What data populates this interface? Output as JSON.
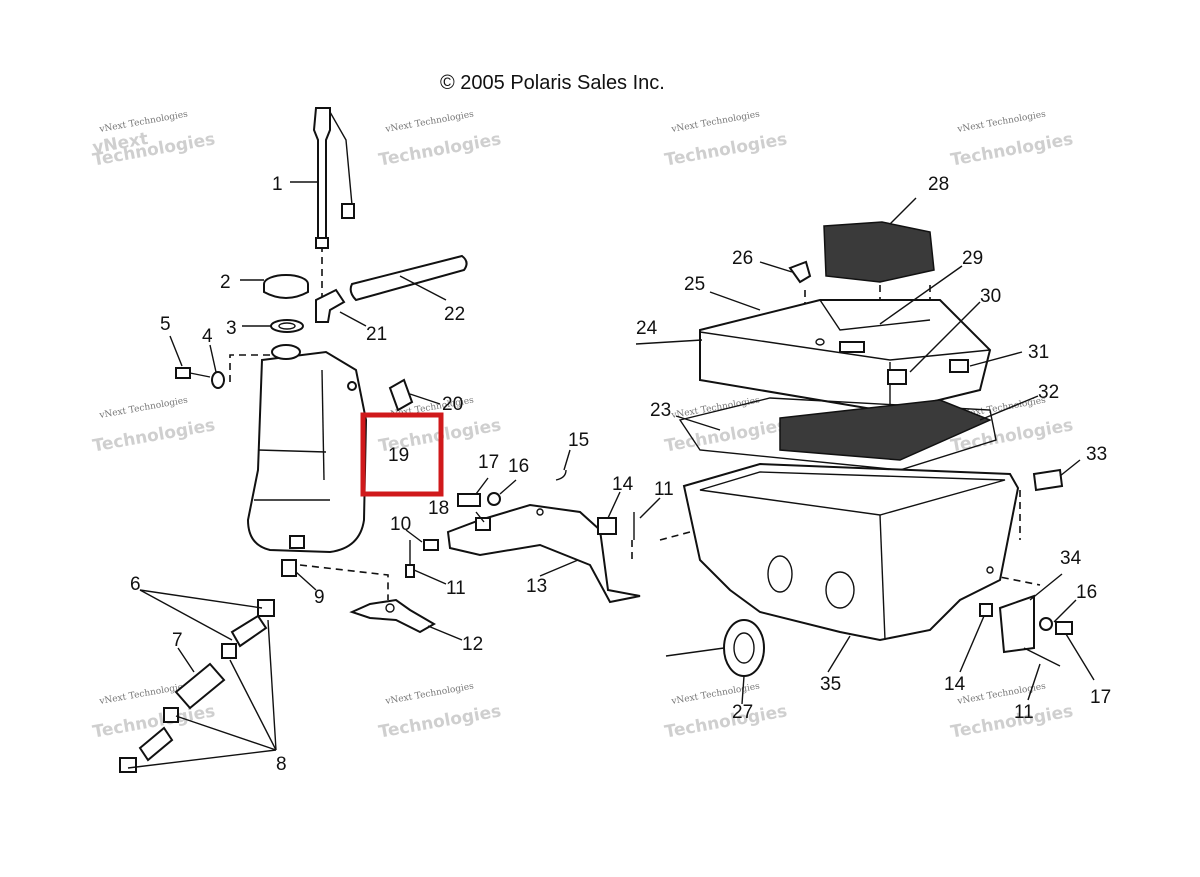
{
  "copyright": "© 2005 Polaris Sales Inc.",
  "watermark": {
    "line1": "vNext Technologies",
    "line2": "Technologies"
  },
  "highlight": {
    "label": "19",
    "color": "#d0191b"
  },
  "callouts": [
    "1",
    "2",
    "3",
    "4",
    "5",
    "6",
    "7",
    "8",
    "9",
    "10",
    "11",
    "11",
    "11",
    "12",
    "13",
    "14",
    "14",
    "15",
    "16",
    "16",
    "17",
    "17",
    "18",
    "20",
    "21",
    "22",
    "23",
    "24",
    "25",
    "26",
    "27",
    "28",
    "29",
    "30",
    "31",
    "32",
    "33",
    "34",
    "35"
  ]
}
